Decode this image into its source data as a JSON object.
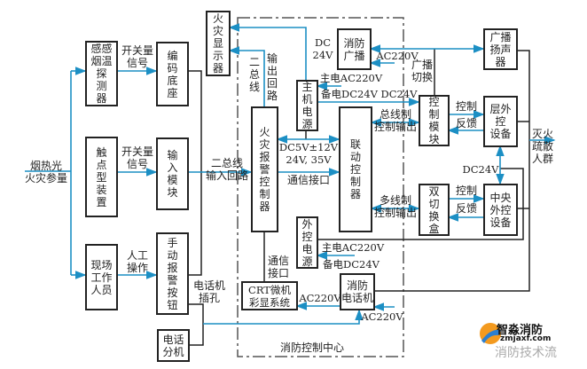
{
  "colors": {
    "line": "#222222",
    "signal": "#1c8fc4"
  },
  "boxes": {
    "smoke_heat_detector": "感感\n烟温\n探\n测\n器",
    "coding_base": "编\n码\n底\n座",
    "fire_display": "火\n灾\n显\n示\n器",
    "contact_device": "触\n点\n型\n装\n置",
    "input_module": "输\n入\n模\n块",
    "field_staff": "现场\n工作\n人员",
    "manual_alarm_button": "手\n动\n报\n警\n按\n钮",
    "phone_extension": "电话\n分机",
    "fire_alarm_controller": "火\n灾\n报\n警\n控\n制\n器",
    "host_power": "主\n机\n电\n源",
    "linkage_controller": "联\n动\n控\n制\n器",
    "external_power": "外\n控\n电\n源",
    "crt_system": "CRT微机\n彩显系统",
    "fire_phone": "消防\n电话机",
    "fire_broadcast": "消防\n广播",
    "broadcast_speaker": "广播\n扬声器",
    "control_module": "控\n制\n模\n块",
    "floor_external_device": "层外控\n设备",
    "dual_switch_box": "双\n切\n换\n盒",
    "central_external_device": "中央\n外控\n设备"
  },
  "labels": {
    "fire_params": "烟热光\n火灾参量",
    "switch_signal_1": "开关量\n信号",
    "switch_signal_2": "开关量\n信号",
    "manual_op": "人工\n操作",
    "two_bus": "二\n总\n线",
    "output_loop": "输\n出\n回\n路",
    "two_bus_input": "二总线\n输入回路",
    "phone_jack": "电话机\n插孔",
    "dc24_top": "DC\n24V",
    "ac220_broadcast": "AC220V",
    "broadcast_switch": "广播\n切换",
    "main_ac_1": "主电AC220V",
    "backup_dc_1": "备电DC24V",
    "dc24_module": "DC24V",
    "bus_control": "总线制\n控制输出",
    "control_1": "控制",
    "feedback_1": "反馈",
    "dc_voltages": "DC5V±12V\n24V, 35V",
    "comm_interface_1": "通信接口",
    "extinguish": "灭火\n疏散\n人群",
    "dc24_mid": "DC24V",
    "multi_control": "多线制\n控制输出",
    "control_2": "控制",
    "feedback_2": "反馈",
    "main_ac_2": "主电AC220V",
    "backup_dc_2": "备电DC24V",
    "comm_interface_2": "通信\n接口",
    "ac220_crt": "AC220V",
    "ac220_phone": "AC220V",
    "control_center": "消防控制中心"
  },
  "watermark": {
    "brand": "智淼消防",
    "site": "zmjaxf.com",
    "channel": "消防技术流"
  }
}
